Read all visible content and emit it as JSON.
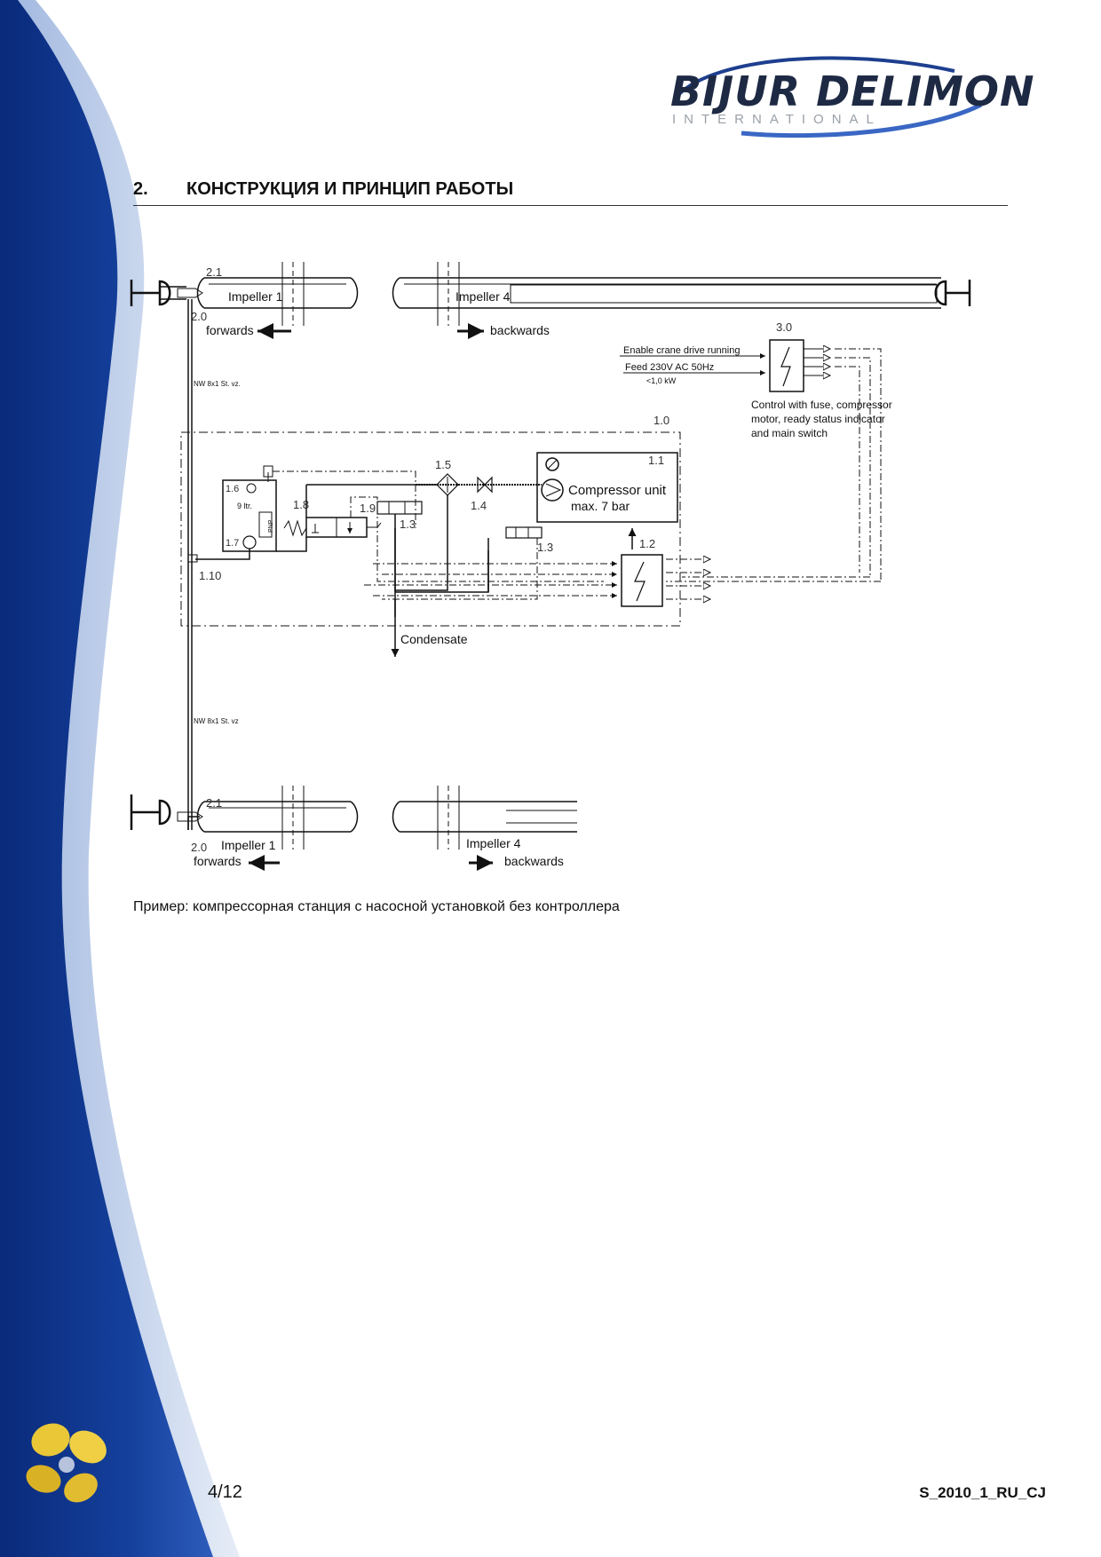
{
  "brand": {
    "name": "BIJUR DELIMON",
    "sub": "INTERNATIONAL"
  },
  "section": {
    "number": "2.",
    "title": "КОНСТРУКЦИЯ И ПРИНЦИП РАБОТЫ"
  },
  "diagram": {
    "refs": {
      "r21_top": "2.1",
      "r20_top": "2.0",
      "r21_bot": "2.1",
      "r20_bot": "2.0",
      "r30": "3.0",
      "r10": "1.0",
      "r11": "1.1",
      "r12": "1.2",
      "r13a": "1.3",
      "r13b": "1.3",
      "r14": "1.4",
      "r15": "1.5",
      "r16": "1.6",
      "r17": "1.7",
      "r18": "1.8",
      "r19": "1.9",
      "r110": "1.10"
    },
    "impeller1_top": "Impeller 1",
    "impeller4_top": "Impeller 4",
    "impeller1_bot": "Impeller 1",
    "impeller4_bot": "Impeller 4",
    "forwards_top": "forwards",
    "backwards_top": "backwards",
    "forwards_bot": "forwards",
    "backwards_bot": "backwards",
    "pipe_top": "NW 8x1 St. vz.",
    "pipe_bot": "NW 8x1 St. vz",
    "enable": "Enable crane drive running",
    "feed": "Feed 230V  AC  50Hz",
    "power": "<1,0 kW",
    "control": [
      "Control with fuse, compressor",
      "motor, ready status indicator",
      "and main switch"
    ],
    "compressor": "Compressor unit",
    "pressure": "max. 7 bar",
    "tank": "9 ltr.",
    "pnp": "PNP",
    "condensate": "Condensate"
  },
  "caption": "Пример: компрессорная станция с насосной установкой без контроллера",
  "footer": {
    "page": "4/12",
    "code": "S_2010_1_RU_CJ"
  },
  "colors": {
    "swoosh_dark": "#0d2f86",
    "swoosh_mid": "#2d58b8",
    "swoosh_light": "#c5d3ec",
    "logo_text": "#1e2a44",
    "clover": "#e7c22f"
  }
}
